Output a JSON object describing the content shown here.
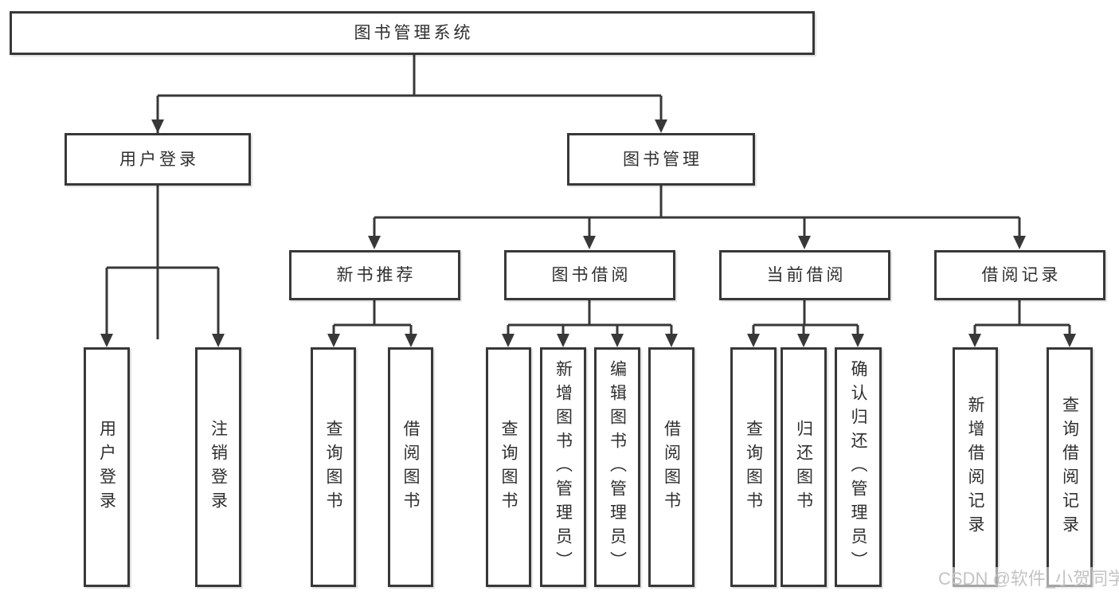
{
  "root": {
    "label": "图书管理系统"
  },
  "level2": {
    "user_login": {
      "label": "用户登录"
    },
    "book_management": {
      "label": "图书管理"
    }
  },
  "level3": {
    "new_book_recommend": {
      "label": "新书推荐"
    },
    "book_borrow": {
      "label": "图书借阅"
    },
    "current_borrow": {
      "label": "当前借阅"
    },
    "borrow_record": {
      "label": "借阅记录"
    }
  },
  "leaves": {
    "user_login": [
      "用户登录",
      "注销登录"
    ],
    "new_book_recommend": [
      "查询图书",
      "借阅图书"
    ],
    "book_borrow": [
      "查询图书",
      "新增图书（管理员）",
      "编辑图书（管理员）",
      "借阅图书"
    ],
    "current_borrow": [
      "查询图书",
      "归还图书",
      "确认归还（管理员）"
    ],
    "borrow_record": [
      "新增借阅记录",
      "查询借阅记录"
    ]
  },
  "watermark": "CSDN @软件_小贺同学",
  "colors": {
    "line": "#383838",
    "text": "#2f2f2f",
    "watermark_text": "#c3c3c3",
    "background": "#ffffff"
  }
}
